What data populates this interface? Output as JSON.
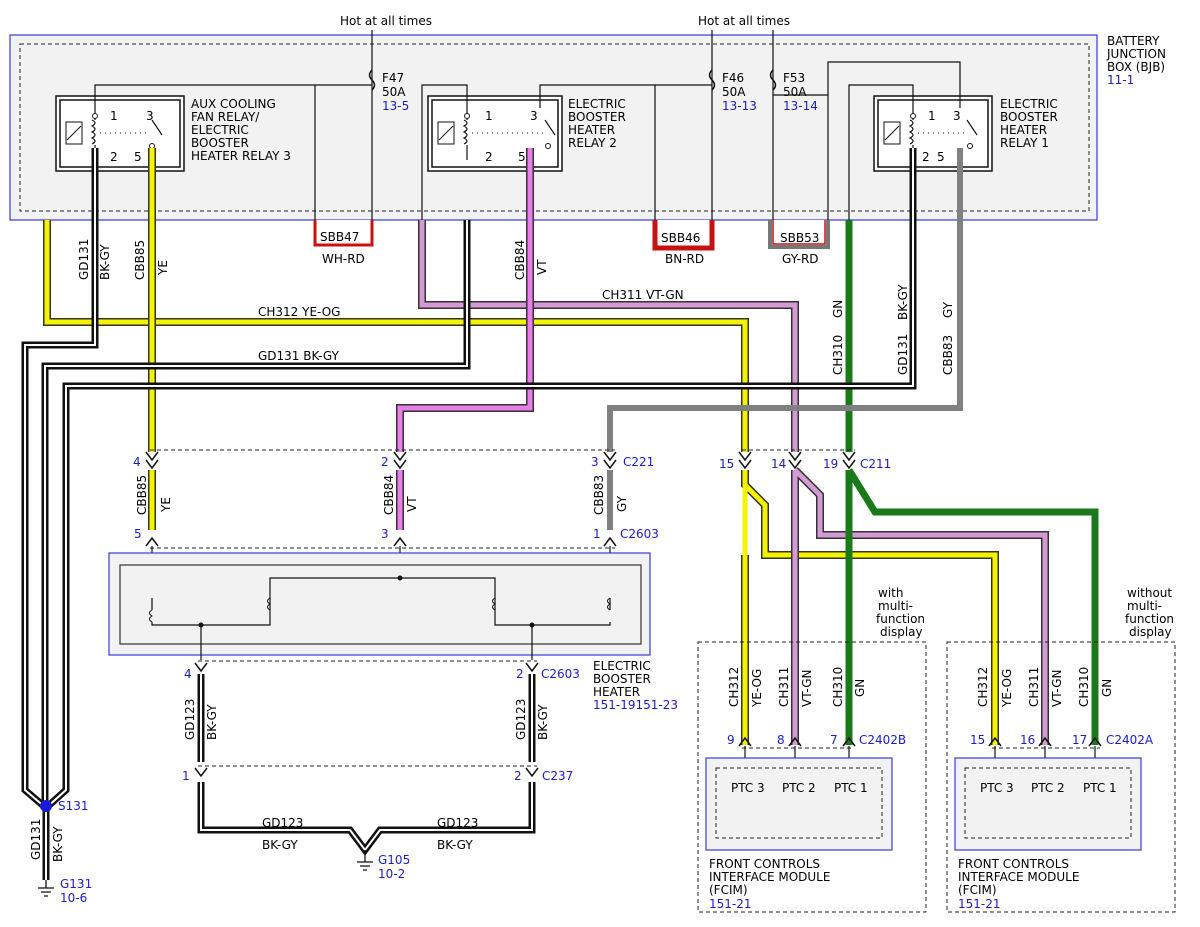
{
  "hot_labels": [
    "Hot at all times",
    "Hot at all times"
  ],
  "bjb": {
    "name": "BATTERY\nJUNCTION\nBOX (BJB)",
    "ref": "11-1"
  },
  "relays": [
    {
      "label": "AUX COOLING\nFAN RELAY/\nELECTRIC\nBOOSTER\nHEATER RELAY 3",
      "pins": [
        "1",
        "3",
        "2",
        "5"
      ]
    },
    {
      "label": "ELECTRIC\nBOOSTER\nHEATER\nRELAY 2",
      "pins": [
        "1",
        "3",
        "2",
        "5"
      ]
    },
    {
      "label": "ELECTRIC\nBOOSTER\nHEATER\nRELAY 1",
      "pins": [
        "1",
        "3",
        "2",
        "5"
      ]
    }
  ],
  "fuses": [
    {
      "name": "F47",
      "amps": "50A",
      "ref": "13-5"
    },
    {
      "name": "F46",
      "amps": "50A",
      "ref": "13-13"
    },
    {
      "name": "F53",
      "amps": "50A",
      "ref": "13-14"
    }
  ],
  "busbars": [
    {
      "name": "SBB47",
      "color": "WH-RD"
    },
    {
      "name": "SBB46",
      "color": "BN-RD"
    },
    {
      "name": "SBB53",
      "color": "GY-RD"
    }
  ],
  "wire_labels": {
    "gd131": "GD131",
    "bkgy": "BK-GY",
    "cbb85": "CBB85",
    "ye": "YE",
    "cbb84": "CBB84",
    "vt": "VT",
    "cbb83": "CBB83",
    "gy": "GY",
    "ch310": "CH310",
    "gn": "GN",
    "ch312_yeog": "CH312  YE-OG",
    "ch311_vtgn": "CH311 VT-GN",
    "gd131_bkgy": "GD131  BK-GY",
    "ch312": "CH312",
    "yeog": "YE-OG",
    "ch311": "CH311",
    "vtgn": "VT-GN",
    "gd123": "GD123"
  },
  "connectors": {
    "c221": {
      "name": "C221",
      "pins": [
        "4",
        "2",
        "3"
      ]
    },
    "c2603_top": {
      "name": "C2603",
      "pins": [
        "5",
        "3",
        "1"
      ]
    },
    "c211": {
      "name": "C211",
      "pins": [
        "15",
        "14",
        "19"
      ]
    },
    "c2603_bot": {
      "name": "C2603",
      "pins": [
        "4",
        "2"
      ]
    },
    "c237": {
      "name": "C237",
      "pins": [
        "1",
        "2"
      ]
    },
    "c2402b": {
      "name": "C2402B",
      "pins": [
        "9",
        "8",
        "7"
      ]
    },
    "c2402a": {
      "name": "C2402A",
      "pins": [
        "15",
        "16",
        "17"
      ]
    }
  },
  "heater": {
    "name": "ELECTRIC\nBOOSTER\nHEATER",
    "ref": "151-19151-23"
  },
  "splice": {
    "name": "S131"
  },
  "grounds": [
    {
      "name": "G131",
      "ref": "10-6"
    },
    {
      "name": "G105",
      "ref": "10-2"
    }
  ],
  "fcim_variants": [
    "with\nmulti-\nfunction\ndisplay",
    "without\nmulti-\nfunction\ndisplay"
  ],
  "fcim": {
    "name": "FRONT CONTROLS\nINTERFACE MODULE\n(FCIM)",
    "ref": "151-21",
    "ptc": [
      "PTC 3",
      "PTC 2",
      "PTC 1"
    ]
  },
  "wire_colors": {
    "ye": "#f4f400",
    "vt": "#e87fe8",
    "gy": "#808080",
    "gn": "#1a7a1a",
    "bk": "#111111",
    "vtgn": "#d49ad4",
    "wh": "#ffffff",
    "rd": "#c81010"
  }
}
